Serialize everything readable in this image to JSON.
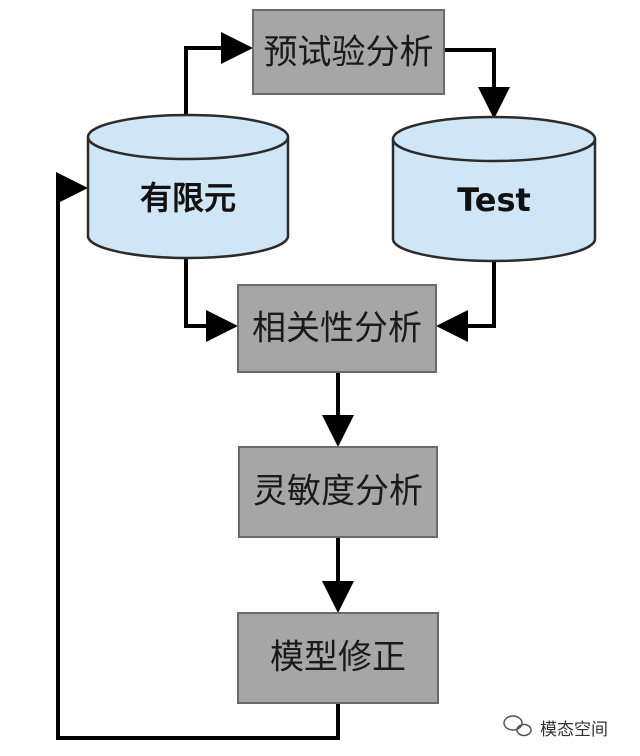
{
  "nodes": {
    "pretest": "预试验分析",
    "fe": "有限元",
    "test": "Test",
    "correlation": "相关性分析",
    "sensitivity": "灵敏度分析",
    "update": "模型修正"
  },
  "watermark": "模态空间",
  "colors": {
    "box_fill": "#a6a6a6",
    "box_stroke": "#6a6a6a",
    "cylinder_fill": "#cfe6f7",
    "cylinder_stroke": "#2b2b2b",
    "arrow": "#000000"
  }
}
